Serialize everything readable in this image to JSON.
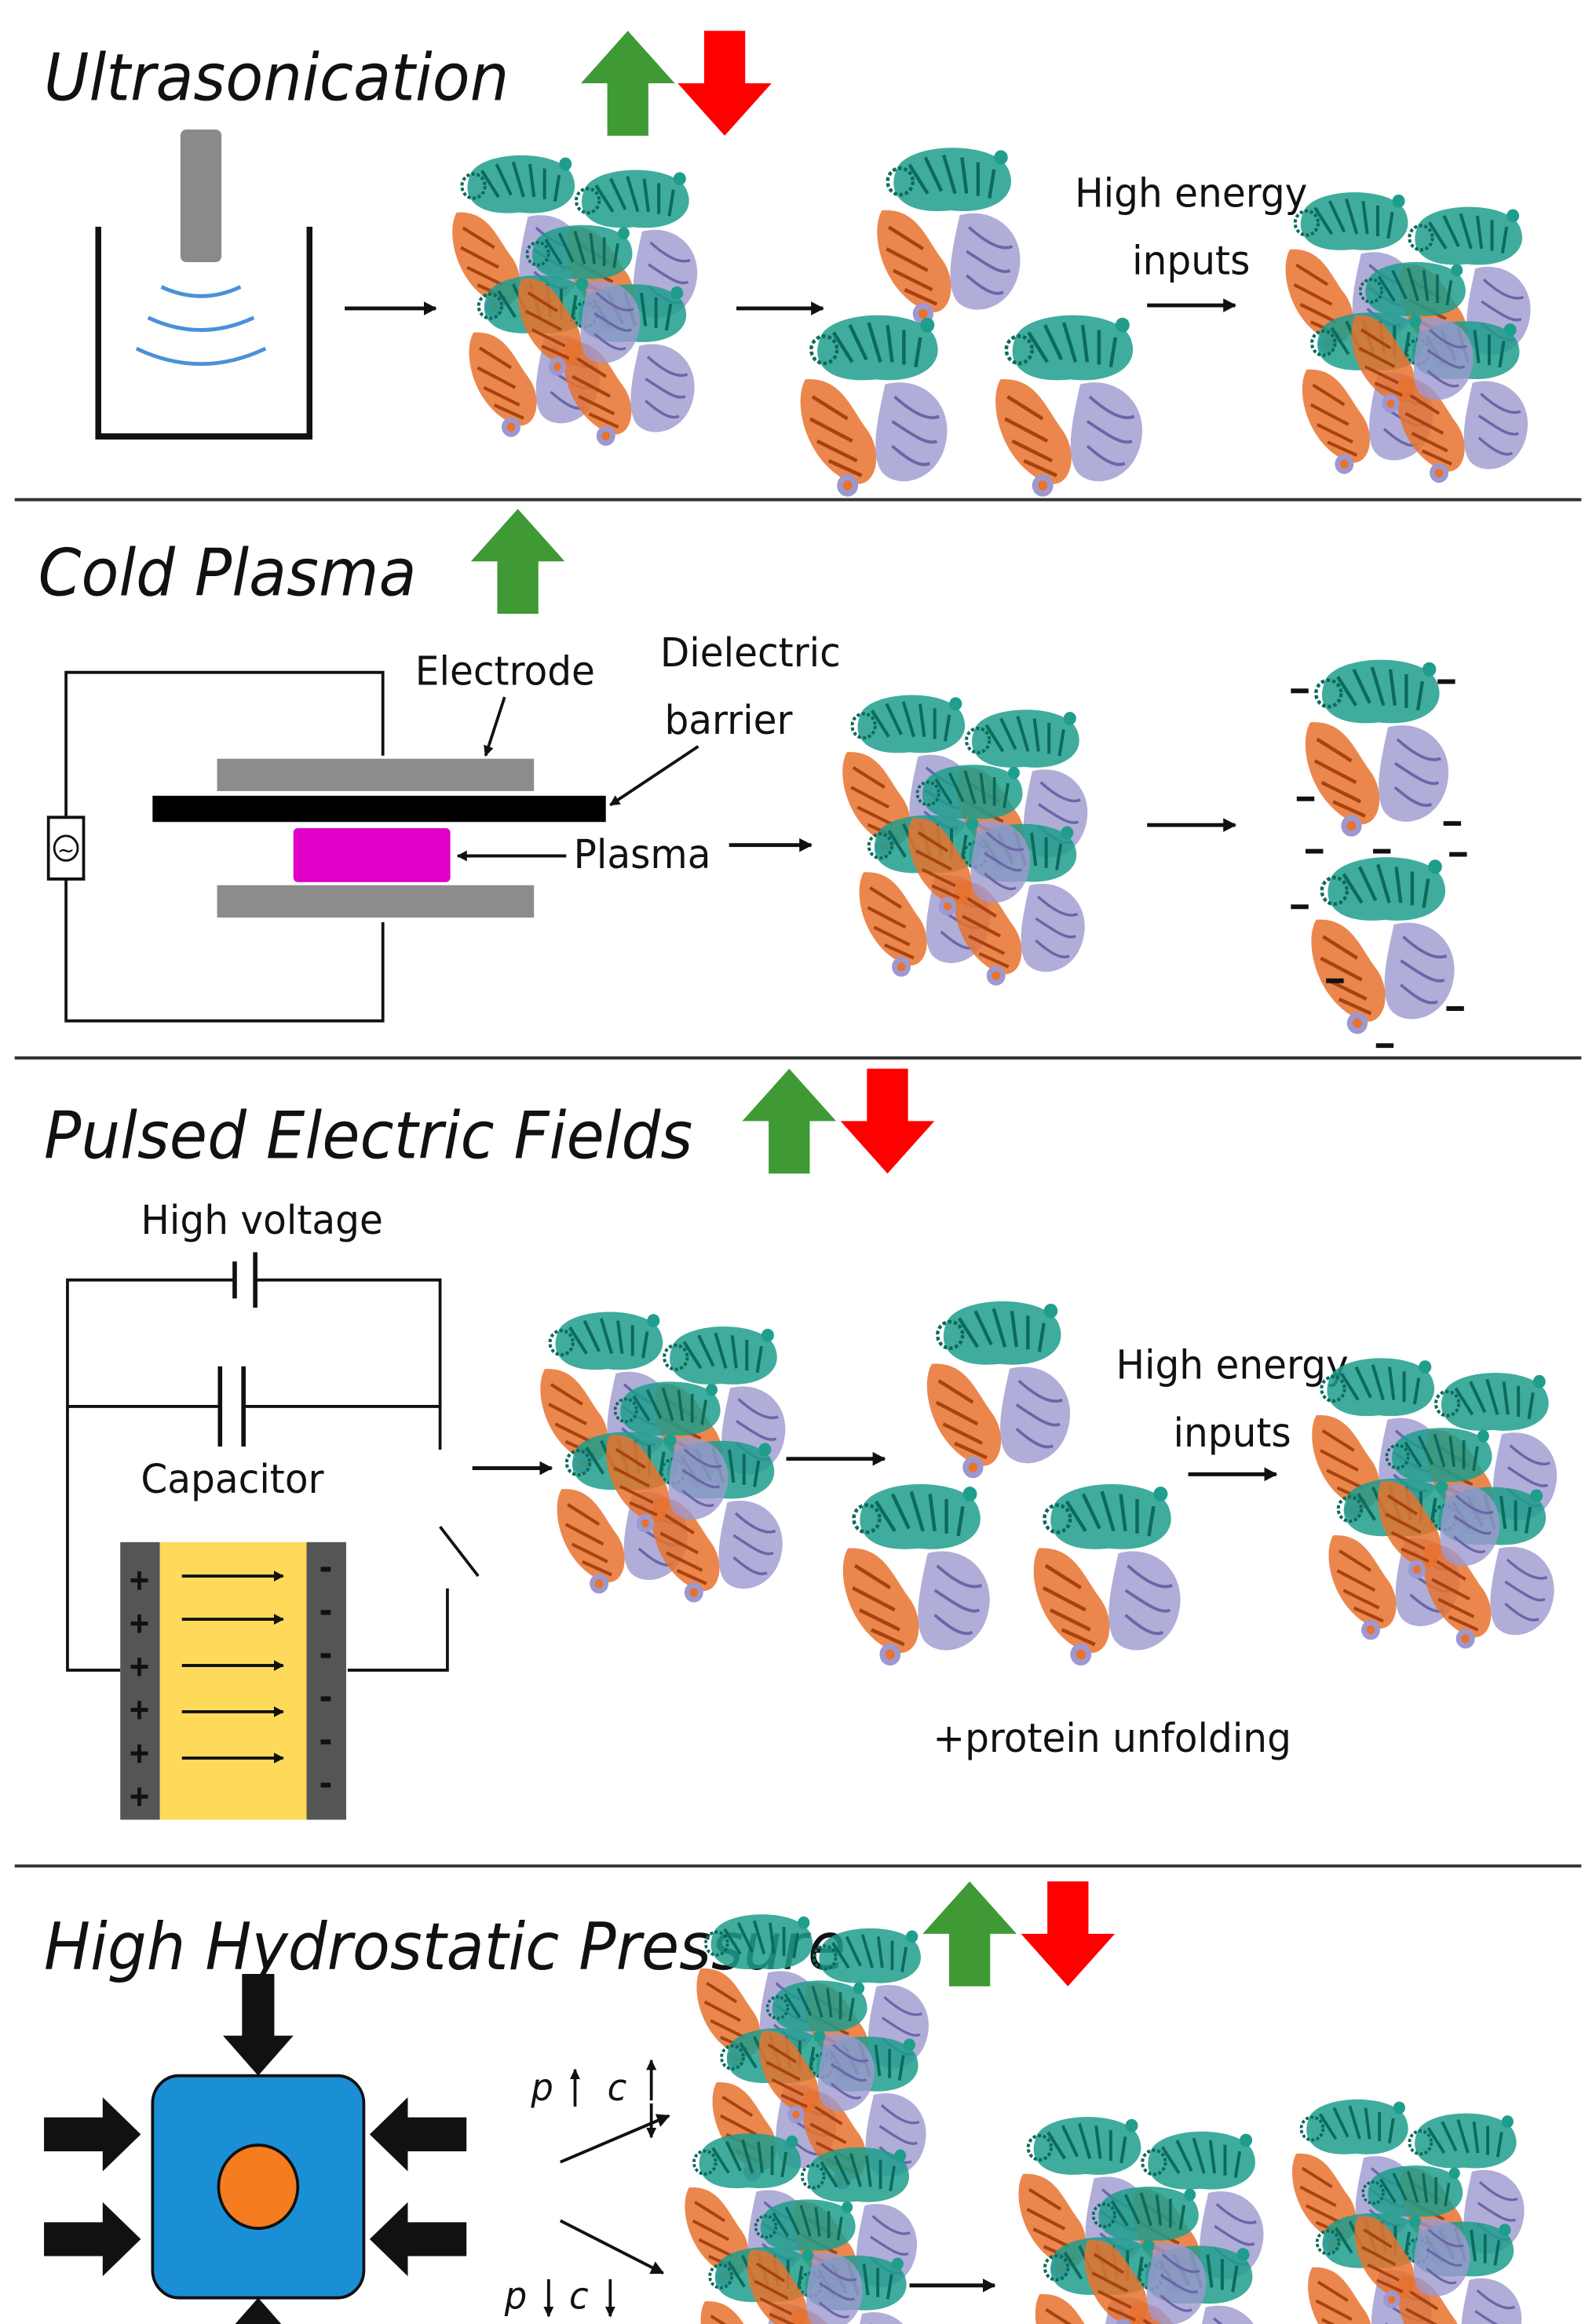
{
  "panels": {
    "ultrasonication": {
      "title": "Ultrasonication",
      "label_line1": "High energy",
      "label_line2": "inputs"
    },
    "cold_plasma": {
      "title": "Cold Plasma",
      "electrode": "Electrode",
      "dielectric_line1": "Dielectric",
      "dielectric_line2": "barrier",
      "plasma": "Plasma",
      "power_symbol": "~"
    },
    "pef": {
      "title": "Pulsed Electric Fields",
      "high_voltage": "High voltage",
      "capacitor": "Capacitor",
      "label_line1": "High energy",
      "label_line2": "inputs",
      "unfolding": "+protein unfolding",
      "plus": "+",
      "minus": "-"
    },
    "hhp": {
      "title": "High Hydrostatic Pressure",
      "p": "p",
      "c": "c"
    }
  },
  "colors": {
    "up_arrow": "#3f9a35",
    "down_arrow": "#ff0000",
    "teal": "#1f9e8c",
    "orange": "#e8722e",
    "lavender": "#9d98cf",
    "plasma": "#e000c8",
    "electrode": "#8c8c8c",
    "pef_yellow": "#ffd95a",
    "hhp_blue": "#1b8fd6",
    "hhp_core": "#f57c1f",
    "wave": "#4a90d9"
  },
  "icons": [
    "increase-arrow-icon",
    "decrease-arrow-icon",
    "ultrasonic-probe-icon",
    "ac-source-icon",
    "pressure-arrow-icon"
  ]
}
